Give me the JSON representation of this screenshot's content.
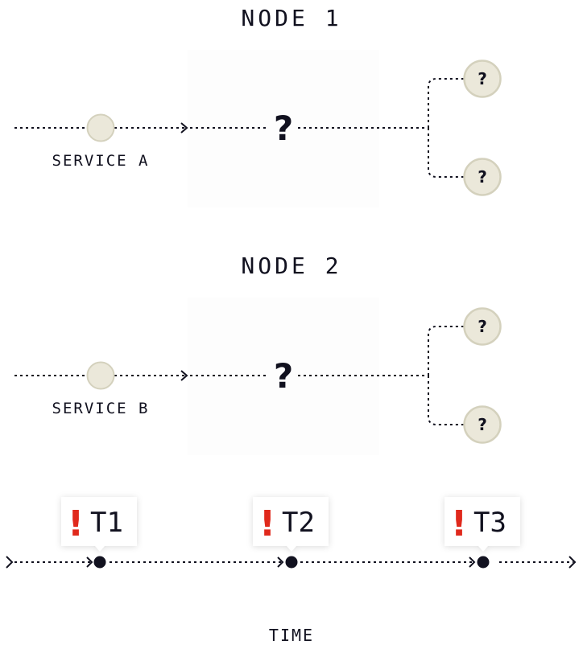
{
  "nodes": [
    {
      "title": "NODE 1",
      "service": "SERVICE A",
      "unknown": "?",
      "outputs": [
        "?",
        "?"
      ]
    },
    {
      "title": "NODE 2",
      "service": "SERVICE B",
      "unknown": "?",
      "outputs": [
        "?",
        "?"
      ]
    }
  ],
  "timeline": {
    "markers": [
      {
        "alert": "!",
        "label": "T1"
      },
      {
        "alert": "!",
        "label": "T2"
      },
      {
        "alert": "!",
        "label": "T3"
      }
    ],
    "axis_label": "TIME"
  },
  "colors": {
    "ink": "#11111f",
    "alert": "#e0291c",
    "dot_fill": "#ebe8da",
    "dot_stroke": "#d4d1bd"
  }
}
